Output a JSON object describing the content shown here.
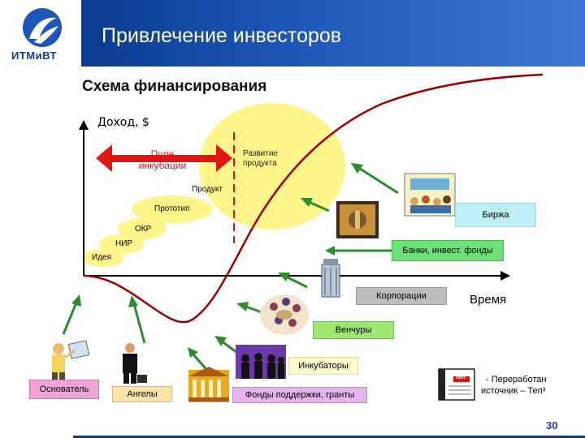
{
  "header": {
    "title": "Привлечение инвесторов",
    "logo_text": "ИТМиВТ"
  },
  "subtitle": "Схема финансирования",
  "axes": {
    "y_label": "Доход, $",
    "x_label": "Время"
  },
  "zones": {
    "incubation": "Поле инкубации",
    "development": "Развитие продукта"
  },
  "stages": [
    {
      "id": "idea",
      "label": "Идея"
    },
    {
      "id": "nir",
      "label": "НИР"
    },
    {
      "id": "okr",
      "label": "ОКР"
    },
    {
      "id": "prototype",
      "label": "Прототип"
    },
    {
      "id": "product",
      "label": "Продукт"
    }
  ],
  "sources": {
    "exchange": "Биржа",
    "banks": "Банки, инвест. фонды",
    "corporations": "Корпорации",
    "ventures": "Венчуры",
    "incubators": "Инкубаторы",
    "founder": "Основатель",
    "angels": "Ангелы",
    "funds": "Фонды поддержки, гранты"
  },
  "source_note": {
    "line1": "- Переработан",
    "line2": "источник – Теп³",
    "book_label": "Теп³"
  },
  "page_number": "30",
  "colors": {
    "header": "#1e56b8",
    "curve": "#9b0000",
    "arrow": "#2e8b2e",
    "incubation_arrow": "#e01515",
    "divider": "#e01515",
    "highlight": "#fff58a",
    "exchange_box": "#c0f0f7",
    "banks_box": "#6ee07a",
    "corporations_box": "#bdbdbd",
    "ventures_box": "#9ee870",
    "incubators_box": "#fffbd0",
    "founder_box": "#f2a6d8",
    "angels_box": "#ffe3a8",
    "funds_box": "#e6b3f0"
  },
  "icons": [
    "company-logo",
    "trading-floor-clipart",
    "bank-vault-clipart",
    "skyscraper-clipart",
    "business-meeting-clipart",
    "group-silhouette-clipart",
    "inventor-clipart",
    "businessman-clipart",
    "bank-building-clipart",
    "book-clipart"
  ]
}
